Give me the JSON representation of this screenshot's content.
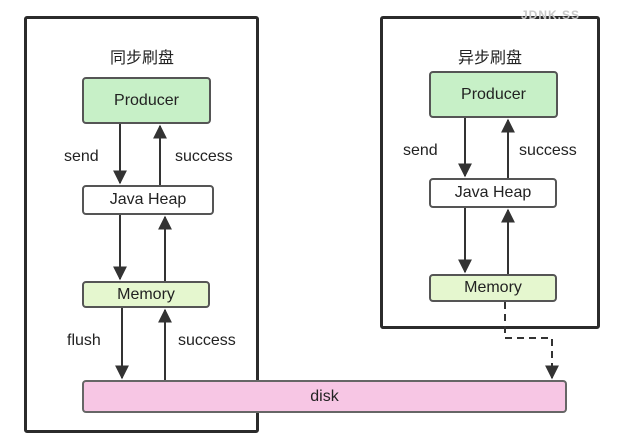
{
  "sync": {
    "title": "同步刷盘",
    "producer": "Producer",
    "heap": "Java Heap",
    "memory": "Memory",
    "send": "send",
    "success_top": "success",
    "flush": "flush",
    "success_bottom": "success"
  },
  "async": {
    "title": "异步刷盘",
    "producer": "Producer",
    "heap": "Java Heap",
    "memory": "Memory",
    "send": "send",
    "success": "success"
  },
  "disk": "disk",
  "watermark": "JDNK.SS",
  "colors": {
    "producer": "#c7f0c7",
    "memory": "#e5f7cf",
    "disk": "#f7c6e4",
    "border": "#2b2b2b"
  }
}
